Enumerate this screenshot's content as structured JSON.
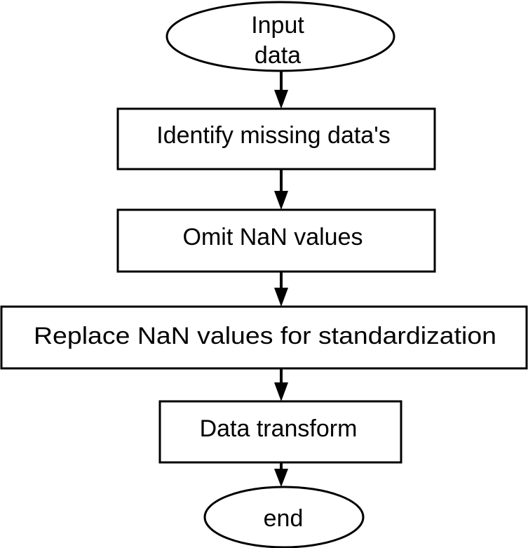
{
  "flowchart": {
    "start": {
      "line1": "Input",
      "line2": "data"
    },
    "steps": [
      "Identify missing data's",
      "Omit NaN values",
      "Replace NaN values for standardization",
      "Data transform"
    ],
    "end": "end"
  }
}
